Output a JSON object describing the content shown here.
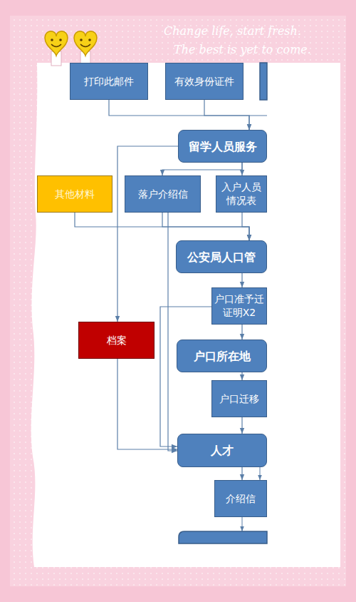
{
  "diagram": {
    "nodes": [
      {
        "text": [
          "打印此邮件"
        ]
      },
      {
        "text": [
          "有效身份证件"
        ]
      },
      {
        "text": [
          "留学人员服务"
        ]
      },
      {
        "text": [
          "其他材料"
        ]
      },
      {
        "text": [
          "落户介绍信"
        ]
      },
      {
        "text": [
          "入户人员 情况表"
        ]
      },
      {
        "text": [
          "公安局人口管"
        ]
      },
      {
        "text": [
          "户口准予迁 证明X2"
        ]
      },
      {
        "text": [
          "档案"
        ]
      },
      {
        "text": [
          "户口所在地"
        ]
      },
      {
        "text": [
          "户口迁移"
        ]
      },
      {
        "text": [
          "人才"
        ]
      },
      {
        "text": [
          "介绍信"
        ]
      }
    ],
    "edges": [
      {
        "from": 0,
        "to": 2,
        "arrow": "to"
      },
      {
        "from": 1,
        "to": 2,
        "arrow": "to"
      },
      {
        "from": 2,
        "to": 8,
        "arrow": "to"
      },
      {
        "from": 2,
        "to": 4,
        "arrow": "to"
      },
      {
        "from": 2,
        "to": 5,
        "arrow": "to"
      },
      {
        "from": 3,
        "to": 6,
        "arrow": "to"
      },
      {
        "from": 4,
        "to": 6,
        "arrow": "to"
      },
      {
        "from": 5,
        "to": 6,
        "arrow": "to"
      },
      {
        "from": 4,
        "to": 11,
        "arrow": "to"
      },
      {
        "from": 6,
        "to": 7,
        "arrow": "to"
      },
      {
        "from": 7,
        "to": 9,
        "arrow": "to"
      },
      {
        "from": 7,
        "to": 11,
        "arrow": "to"
      },
      {
        "from": 8,
        "to": 11,
        "arrow": "to"
      },
      {
        "from": 9,
        "to": 10,
        "arrow": "to"
      },
      {
        "from": 10,
        "to": 11,
        "arrow": "to"
      },
      {
        "from": 11,
        "to": 12,
        "arrow": "to"
      }
    ],
    "labels": [
      "Change life, start fresh.",
      "The best is yet to come."
    ]
  }
}
